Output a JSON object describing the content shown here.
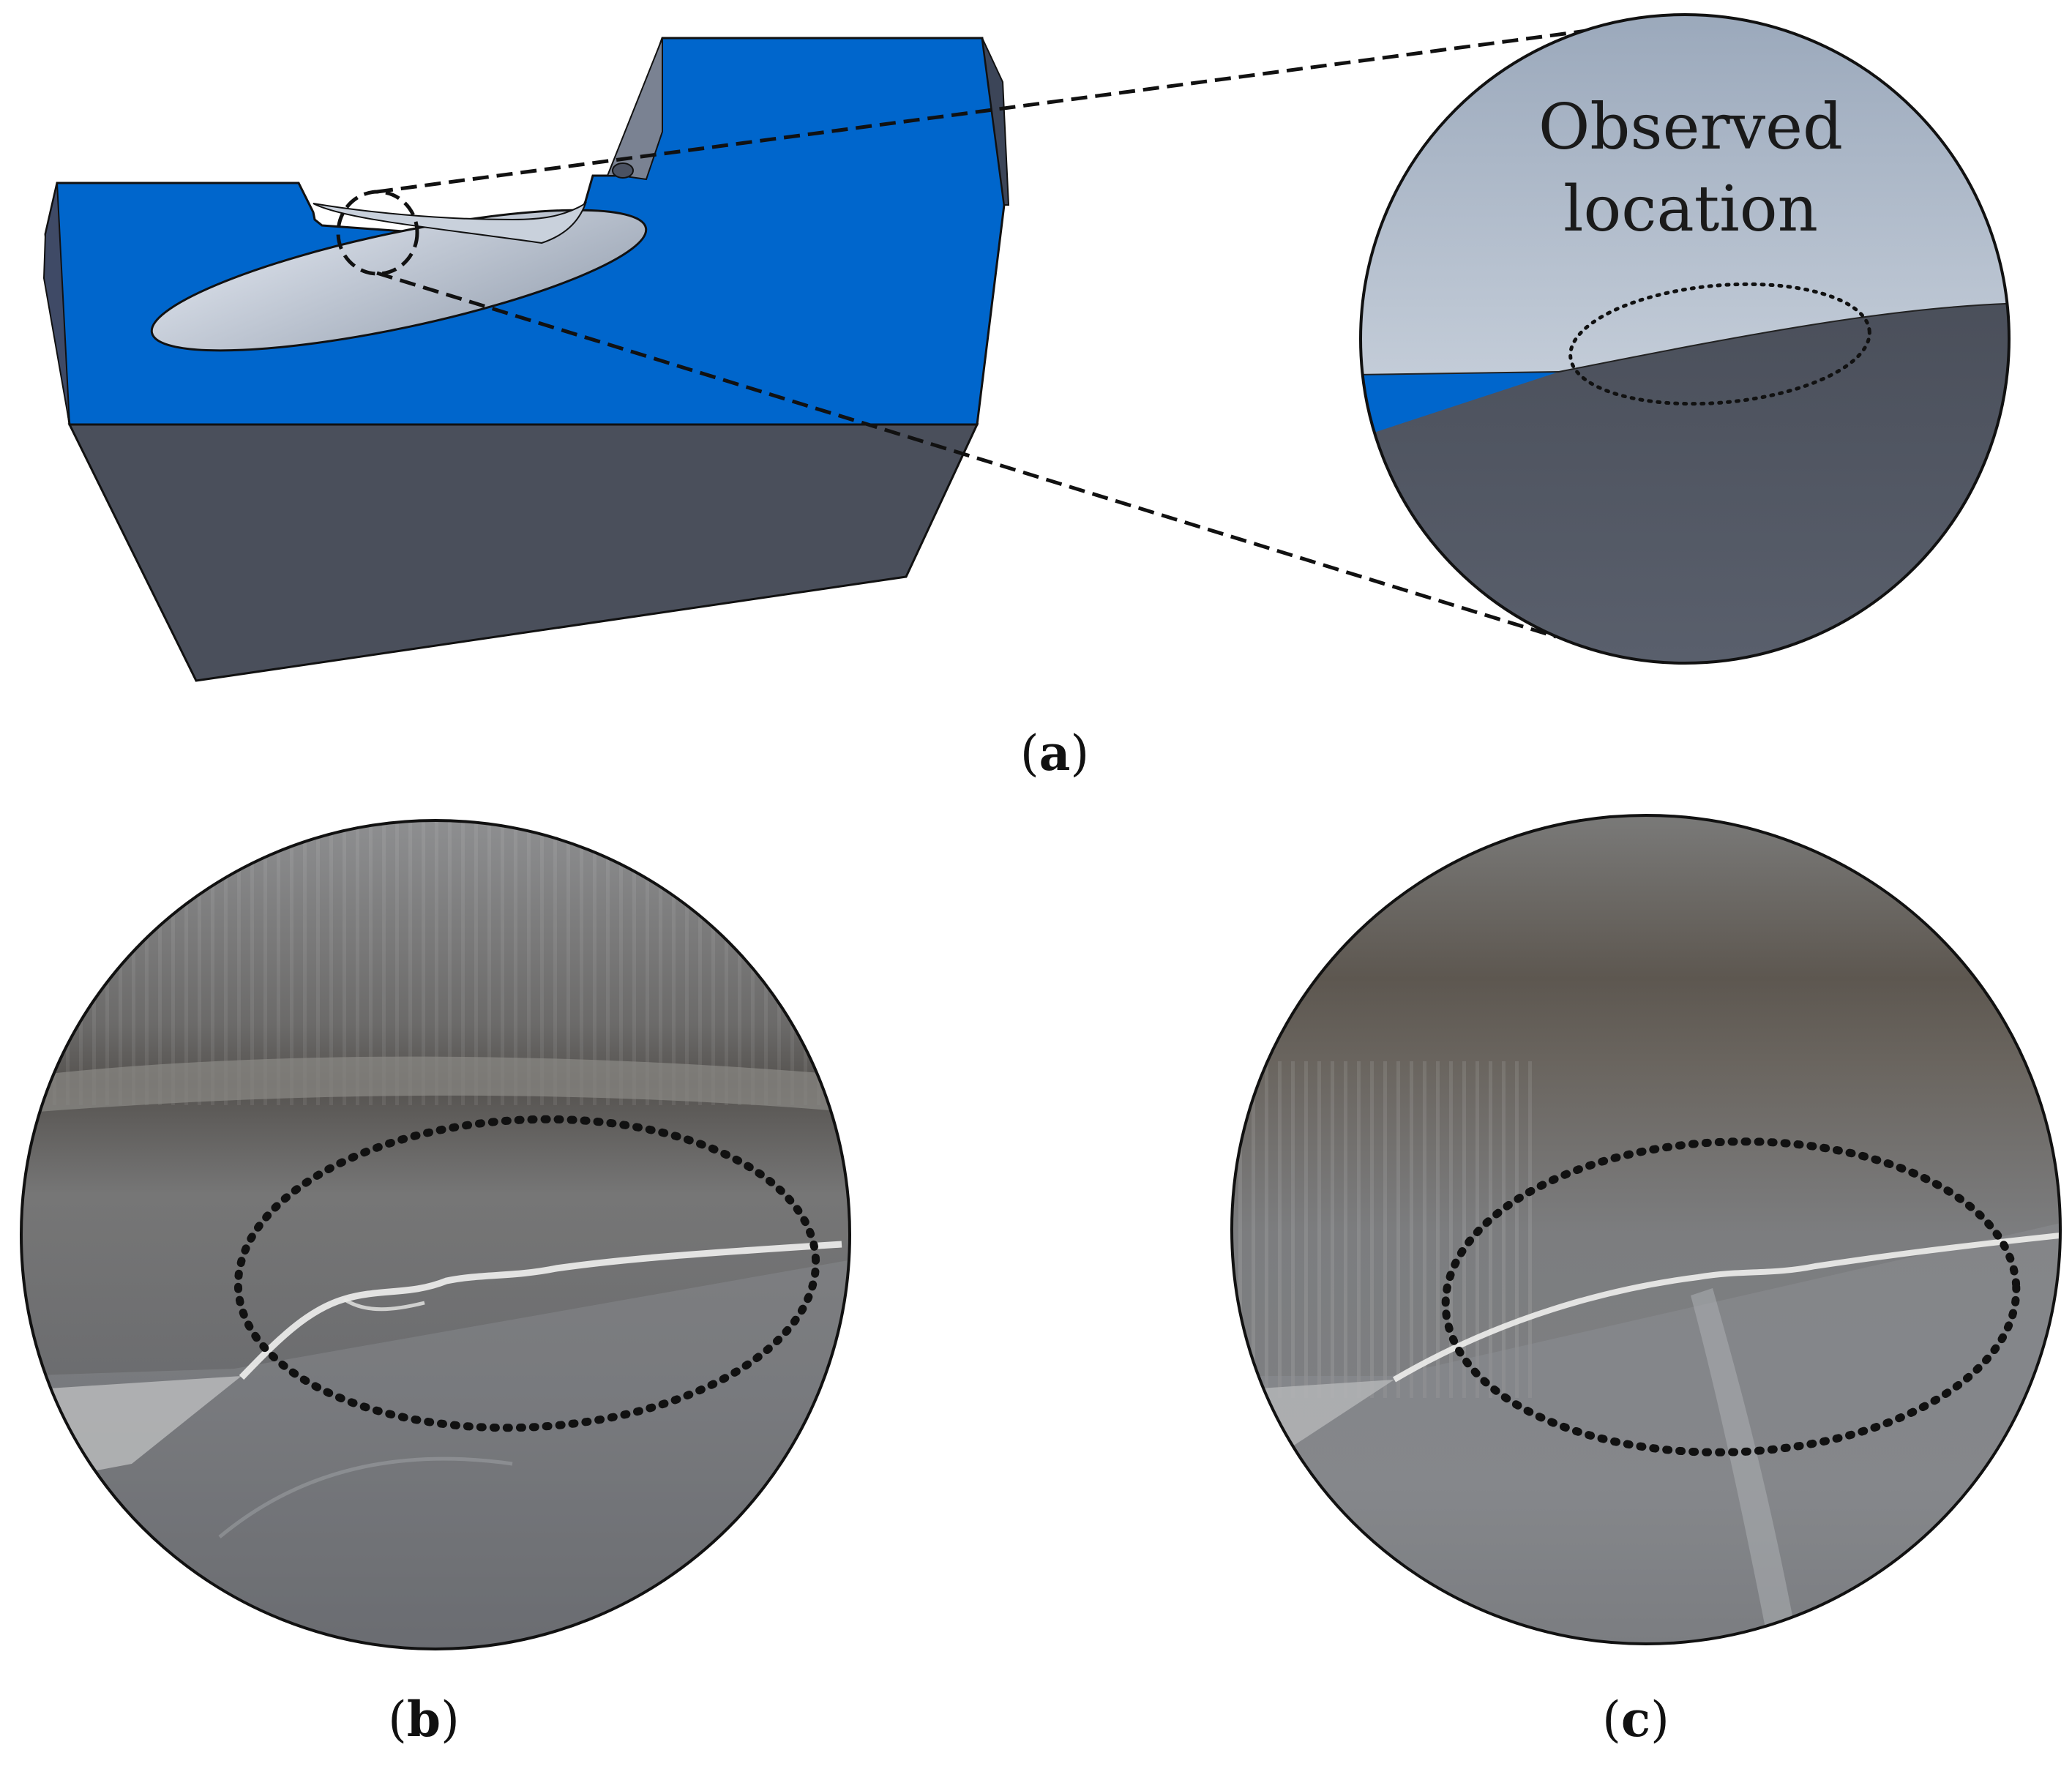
{
  "figure": {
    "panel_a": {
      "caption_open": "(",
      "caption_letter": "a",
      "caption_close": ")",
      "callout_line1": "Observed",
      "callout_line2": "location"
    },
    "panel_b": {
      "caption_open": "(",
      "caption_letter": "b",
      "caption_close": ")"
    },
    "panel_c": {
      "caption_open": "(",
      "caption_letter": "c",
      "caption_close": ")"
    }
  },
  "colors": {
    "insert_blue": "#0066cc",
    "insert_dark": "#4a4f5b",
    "hole_light": "#b9c2d0",
    "zoom_top": "#b0bccb",
    "zoom_bottom": "#4b505c",
    "photo_base": "#6e6e6e"
  }
}
